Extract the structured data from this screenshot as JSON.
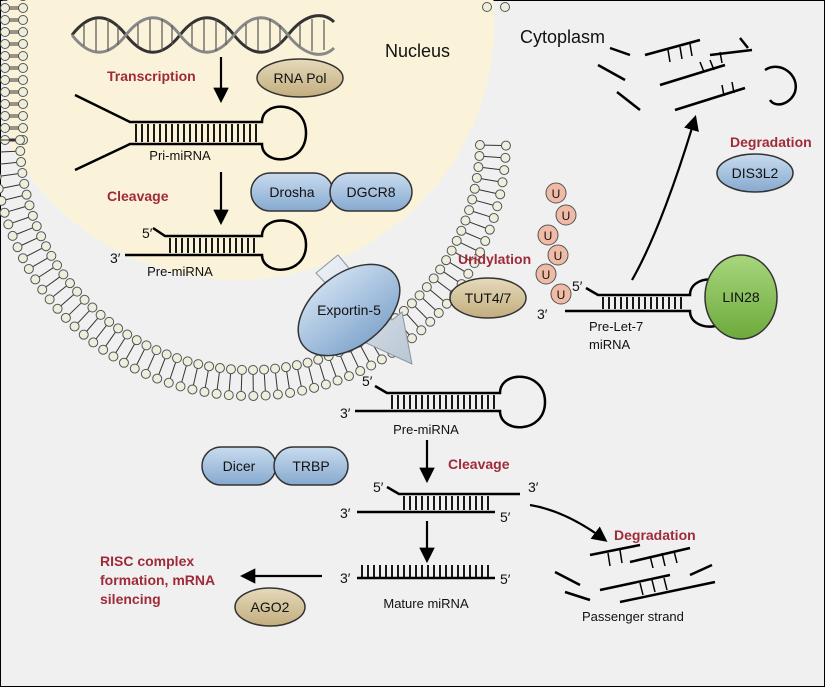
{
  "compartments": {
    "nucleus": "Nucleus",
    "cytoplasm": "Cytoplasm"
  },
  "nuclear_path": {
    "transcription": "Transcription",
    "rna_pol": "RNA Pol",
    "pri_mirna": "Pri-miRNA",
    "cleavage": "Cleavage",
    "drosha": "Drosha",
    "dgcr8": "DGCR8",
    "five_prime": "5′",
    "three_prime": "3′",
    "pre_mirna": "Pre-miRNA"
  },
  "export": {
    "exportin": "Exportin-5"
  },
  "lin28_path": {
    "uridylation": "Uridylation",
    "tut": "TUT4/7",
    "u": "U",
    "five_prime": "5′",
    "three_prime": "3′",
    "lin28": "LIN28",
    "pre_let7_line1": "Pre-Let-7",
    "pre_let7_line2": "miRNA",
    "degradation": "Degradation",
    "dis3l2": "DIS3L2"
  },
  "cytoplasm_path": {
    "five_prime": "5′",
    "three_prime": "3′",
    "pre_mirna": "Pre-miRNA",
    "dicer": "Dicer",
    "trbp": "TRBP",
    "cleavage": "Cleavage",
    "degradation": "Degradation",
    "passenger_strand": "Passenger strand",
    "mature_mirna": "Mature miRNA",
    "ago2": "AGO2",
    "risc_line1": "RISC complex",
    "risc_line2": "formation, mRNA",
    "risc_line3": "silencing"
  },
  "colors": {
    "nucleus_fill": "#fbf3d9",
    "cytoplasm_fill": "#f0f0f0",
    "lipid_head": "#eeeedd",
    "blue_protein": "#9fbfdd",
    "tan_protein": "#d3c39c",
    "green_protein": "#88c05a",
    "uridine": "#f0bba6",
    "label_red": "#9e2a3a"
  }
}
